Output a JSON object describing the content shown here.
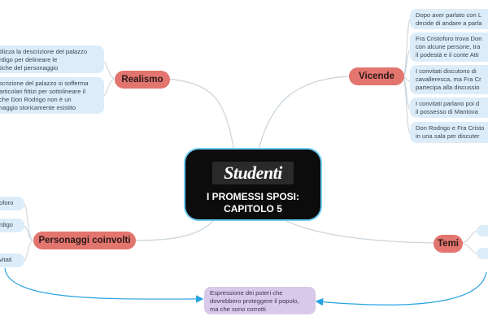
{
  "center": {
    "logo": "Studenti",
    "title_lines": [
      "I PROMESSI SPOSI:",
      "CAPITOLO 5"
    ]
  },
  "topics": {
    "realismo": {
      "label": "Realismo",
      "leaves": [
        [
          "tilizza la descrizione del palazzo",
          "rdigo per delineare le",
          "tiche del personaggio"
        ],
        [
          "scrizione del palazzo si sofferma",
          "articolari fittizi per sottolineare il",
          "che Don Rodrigo non è un",
          "naggio storicamente esistito"
        ]
      ]
    },
    "vicende": {
      "label": "Vicende",
      "leaves": [
        [
          "Dopo aver parlato con L",
          "decide di andare a parla"
        ],
        [
          "Fra Cristoforo trova Don",
          "con alcune persone, tra",
          "il podestà e il conte Atti"
        ],
        [
          "I convitati discutono di",
          "cavalleresca, ma Fra Cr",
          "partecipa alla discussio"
        ],
        [
          "I convitati parlano poi d",
          "il possesso di Mantova"
        ],
        [
          "Don Rodrigo e Fra Cristo",
          "in una sala per discuter"
        ]
      ]
    },
    "personaggi": {
      "label": "Personaggi coinvolti",
      "leaves": [
        [
          "oforo"
        ],
        [
          "rdigo"
        ],
        [
          "vitati"
        ]
      ]
    },
    "temi": {
      "label": "Temi",
      "leaves": [
        [
          ""
        ],
        [
          ""
        ]
      ]
    }
  },
  "note": {
    "lines": [
      "Espressione dei poteri che",
      "dovrebbero proteggere il popolo,",
      "ma che sono corrotti"
    ]
  },
  "colors": {
    "topic": "#e3756f",
    "leaf": "#dcedf9",
    "note": "#d9c8ea",
    "center": "#0c0c0c",
    "center_border": "#6ecff5",
    "connector": "#c9d3db",
    "arrow": "#27a2e0"
  }
}
